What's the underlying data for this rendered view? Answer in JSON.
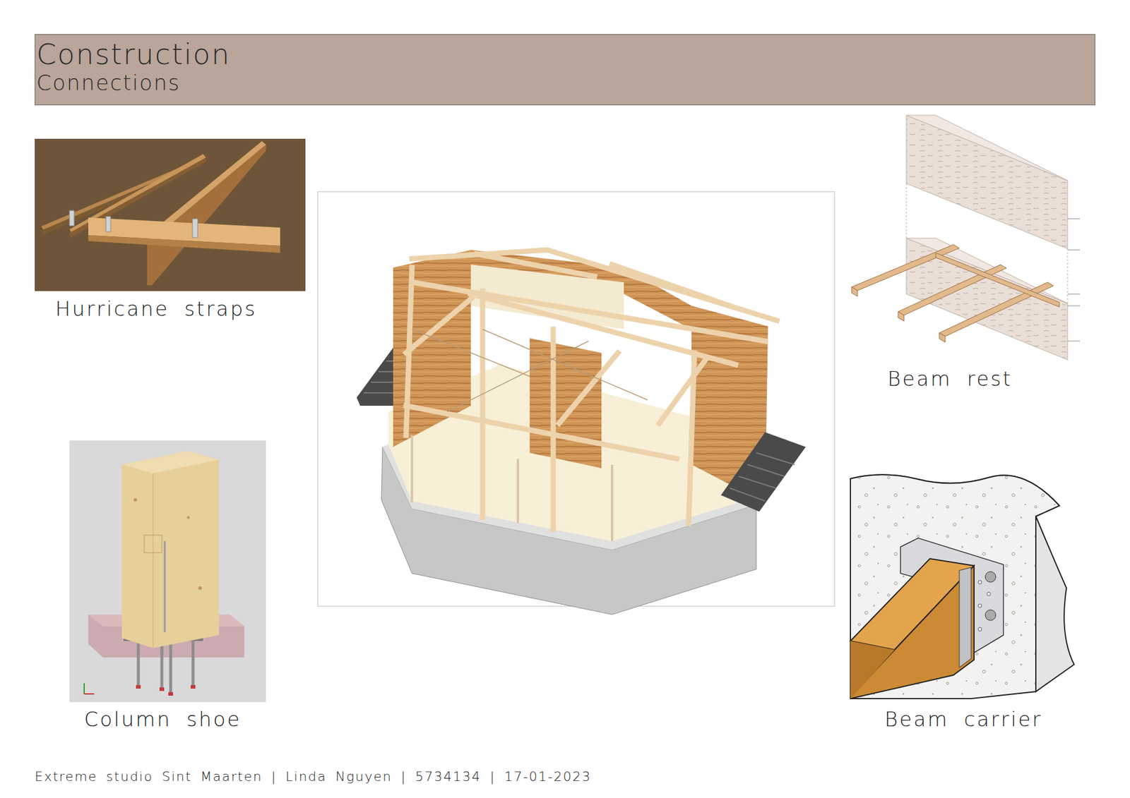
{
  "diagram": {
    "nodes": [
      {
        "text": [
          "Construction",
          "Connections"
        ]
      }
    ],
    "labels": [
      "Hurricane straps",
      "Beam rest",
      "Column shoe",
      "Beam carrier",
      "Extreme studio Sint Maarten | Linda Nguyen | 5734134 | 17-01-2023"
    ]
  }
}
